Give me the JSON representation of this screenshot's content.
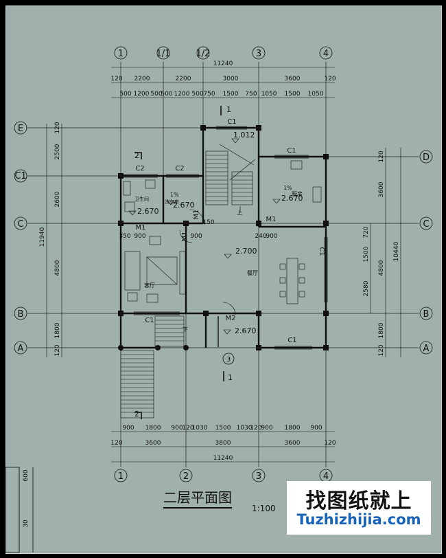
{
  "drawing": {
    "title": "二层平面图",
    "scale": "1:100"
  },
  "watermark": {
    "chinese": "找图纸就上",
    "url": "Tuzhizhijia.com"
  },
  "axes": {
    "top": [
      "1",
      "1/1",
      "1/2",
      "3",
      "4"
    ],
    "bottom": [
      "1",
      "2",
      "3",
      "4"
    ],
    "left": [
      "E",
      "C1",
      "C",
      "B",
      "A"
    ],
    "right": [
      "D",
      "C",
      "B",
      "A"
    ]
  },
  "dims": {
    "top_total": "11240",
    "top_row1": [
      "120",
      "2200",
      "2200",
      "3000",
      "3600",
      "120"
    ],
    "top_row2": [
      "500",
      "1200",
      "500",
      "500",
      "1200",
      "500",
      "750",
      "1500",
      "750",
      "1050",
      "1500",
      "1050"
    ],
    "bottom_row1": [
      "900",
      "1800",
      "900",
      "120",
      "1030",
      "1500",
      "1030",
      "120",
      "900",
      "1800",
      "900"
    ],
    "bottom_row2": [
      "120",
      "3600",
      "3800",
      "3600",
      "120"
    ],
    "bottom_total": "11240",
    "left_total": "11940",
    "left_row": [
      "120",
      "2500",
      "2600",
      "4800",
      "1800",
      "120"
    ],
    "right_outer": "10440",
    "right_row1": [
      "120",
      "3600",
      "4800",
      "1800",
      "120"
    ],
    "right_row2": [
      "720",
      "1500",
      "2580"
    ],
    "small_left": [
      "600",
      "30"
    ]
  },
  "labels": {
    "c1": "C1",
    "c2": "C2",
    "m1": "M1",
    "m2": "M2",
    "elev_stair": "1.012",
    "elev_kitchen": "2.670",
    "elev_bath1": "2.670",
    "elev_bath2": "2.670",
    "elev_hall": "2.700",
    "elev_front": "2.670",
    "kitchen": "厨房",
    "living": "客厅",
    "dining": "餐厅",
    "bath1": "卫生间",
    "bath2": "洗衣房",
    "up": "上",
    "down": "下",
    "slope": "1%",
    "d350": "350",
    "d900a": "900",
    "d900b": "900",
    "d240": "240",
    "d900c": "900",
    "d150": "150",
    "section1": "1",
    "section2": "2",
    "section_circle": "3"
  }
}
